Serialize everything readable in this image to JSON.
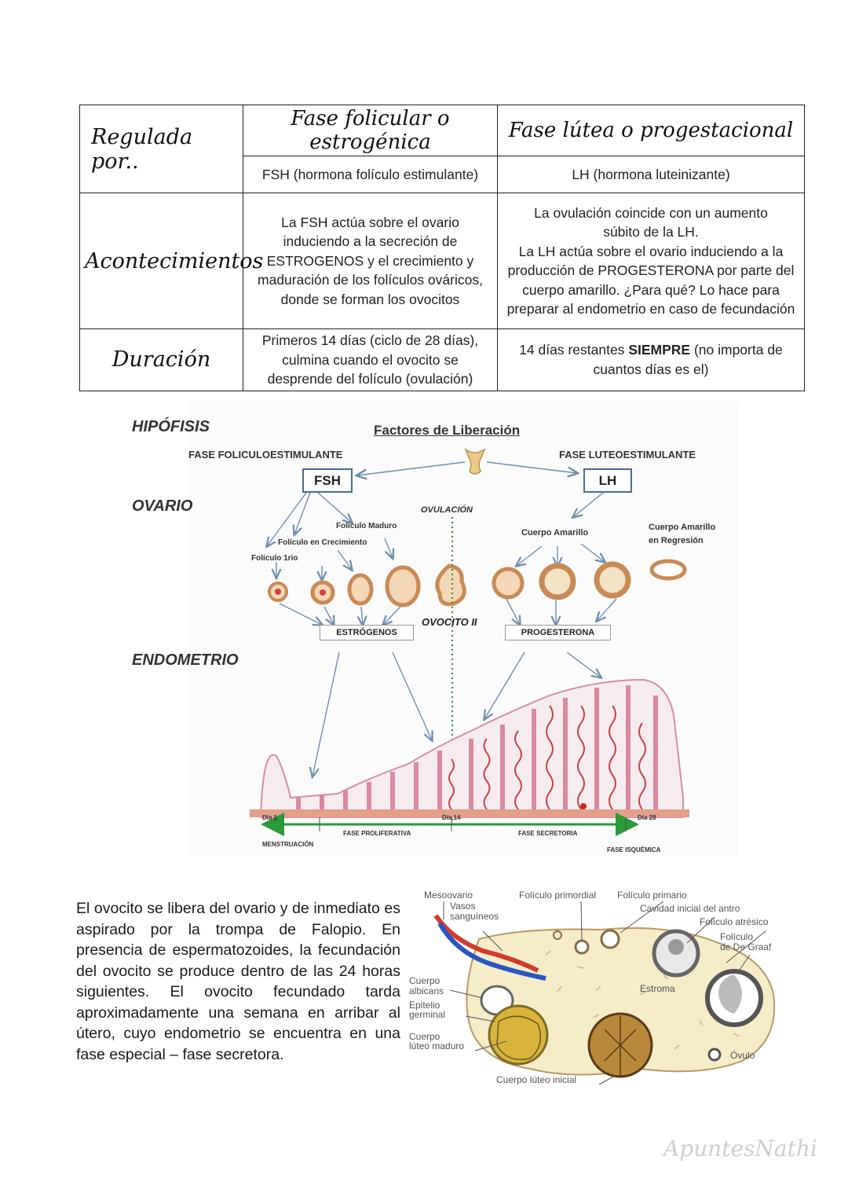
{
  "table": {
    "col1_header": "Fase folicular o estrogénica",
    "col2_header": "Fase lútea o progestacional",
    "rows": [
      {
        "label": "Regulada por..",
        "c1": "FSH (hormona folículo estimulante)",
        "c2": "LH (hormona luteinizante)"
      },
      {
        "label": "Acontecimientos",
        "c1": "La FSH actúa sobre el ovario induciendo a la secreción de ESTROGENOS y el crecimiento y maduración de los folículos ováricos, donde se forman los ovocitos",
        "c2_line1": "La ovulación coincide con un aumento súbito de la LH.",
        "c2_line2": "La LH actúa sobre el ovario induciendo a la producción de PROGESTERONA por parte del cuerpo amarillo. ¿Para qué? Lo hace para preparar al endometrio en caso de fecundación"
      },
      {
        "label": "Duración",
        "c1": "Primeros 14 días (ciclo de 28 días), culmina cuando el ovocito se desprende del folículo (ovulación)",
        "c2_pre": "14 días restantes ",
        "c2_bold": "SIEMPRE",
        "c2_post": " (no importa de cuantos días es el)"
      }
    ]
  },
  "diagram": {
    "hipofisis": "HIPÓFISIS",
    "factores": "Factores de Liberación",
    "fase_fol": "FASE FOLICULOESTIMULANTE",
    "fase_lut": "FASE LUTEOESTIMULANTE",
    "fsh": "FSH",
    "lh": "LH",
    "ovario": "OVARIO",
    "ovulacion": "OVULACIÓN",
    "foliculo_maduro": "Folículo Maduro",
    "foliculo_crecimiento": "Folículo en Crecimiento",
    "foliculo_1rio": "Folículo 1rio",
    "cuerpo_amarillo": "Cuerpo Amarillo",
    "cuerpo_regresion_1": "Cuerpo Amarillo",
    "cuerpo_regresion_2": "en Regresión",
    "estrogenos": "ESTRÓGENOS",
    "ovocito": "OVOCITO II",
    "progesterona": "PROGESTERONA",
    "endometrio": "ENDOMETRIO",
    "dia1": "Día 1",
    "dia14": "Día 14",
    "dia28": "Día 28",
    "fase_proliferativa": "FASE PROLIFERATIVA",
    "fase_secretoria": "FASE SECRETORIA",
    "menstruacion": "MENSTRUACIÓN",
    "fase_isquemica": "FASE ISQUÉMICA"
  },
  "paragraph": "El ovocito se libera del ovario y de inmediato es aspirado por la trompa de Falopio. En presencia de espermatozoides, la fecundación del ovocito se produce dentro de las 24 horas siguientes. El ovocito fecundado tarda aproximadamente una semana en arribar al útero, cuyo endometrio se encuentra en una fase especial – fase secretora.",
  "ovary": {
    "mesoovario": "Mesoovario",
    "vasos_1": "Vasos",
    "vasos_2": "sanguíneos",
    "foliculo_primordial": "Folículo primordial",
    "foliculo_primario": "Folículo primario",
    "cavidad": "Cavidad inicial del antro",
    "atresico": "Folículo atrésico",
    "degraaf_1": "Folículo",
    "degraaf_2": "de De Graaf",
    "albicans_1": "Cuerpo",
    "albicans_2": "albicans",
    "epitelio_1": "Epitelio",
    "epitelio_2": "germinal",
    "luteo_maduro_1": "Cuerpo",
    "luteo_maduro_2": "lúteo maduro",
    "estroma": "Estroma",
    "ovulo": "Óvulo",
    "luteo_inicial": "Cuerpo lúteo inicial"
  },
  "watermark": "ApuntesNathi"
}
